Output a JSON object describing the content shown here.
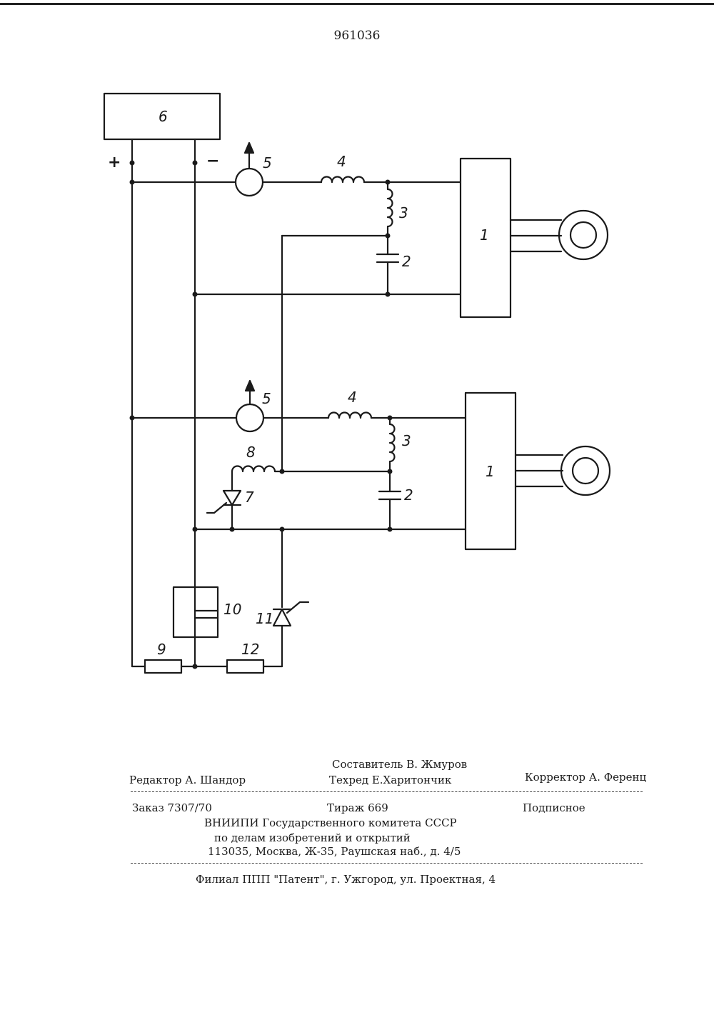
{
  "page_number": "961036",
  "diagram": {
    "labels": {
      "source": "6",
      "plus": "+",
      "minus": "−",
      "meter": "5",
      "choke": "4",
      "coil": "3",
      "capacitor": "2",
      "load": "1",
      "reactor": "8",
      "thyristor": "7",
      "relay": "10",
      "thyristor_lower": "11",
      "resistor_left": "9",
      "resistor_right": "12"
    }
  },
  "imprint": {
    "compiler": "Составитель В. Жмуров",
    "editor": "Редактор А. Шандор",
    "techred": "Техред Е.Харитончик",
    "corrector": "Корректор А. Ференц",
    "order": "Заказ 7307/70",
    "circulation": "Тираж 669",
    "subscription": "Подписное",
    "org_line1": "ВНИИПИ Государственного комитета СССР",
    "org_line2": "по делам изобретений и открытий",
    "org_line3": "113035, Москва, Ж-35, Раушская наб., д. 4/5",
    "branch": "Филиал ППП \"Патент\", г. Ужгород, ул. Проектная, 4"
  }
}
